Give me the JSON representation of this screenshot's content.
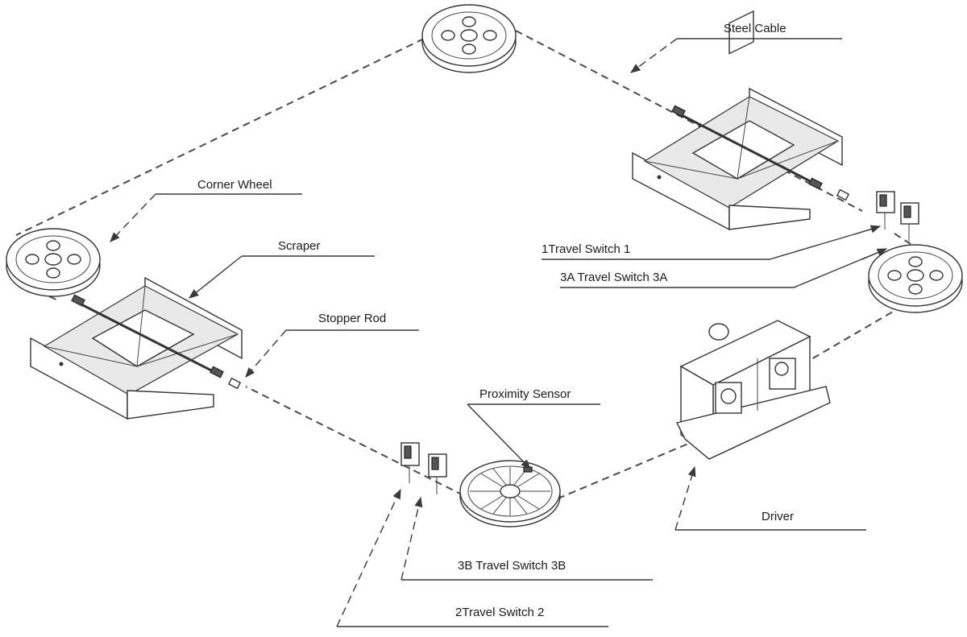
{
  "labels": {
    "steel_cable": "Steel Cable",
    "corner_wheel": "Corner Wheel",
    "scraper": "Scraper",
    "stopper_rod": "Stopper Rod",
    "proximity_sensor": "Proximity Sensor",
    "travel_switch_1": "1Travel Switch 1",
    "travel_switch_3a": "3A Travel Switch 3A",
    "driver": "Driver",
    "travel_switch_3b": "3B Travel Switch 3B",
    "travel_switch_2": "2Travel Switch 2"
  }
}
